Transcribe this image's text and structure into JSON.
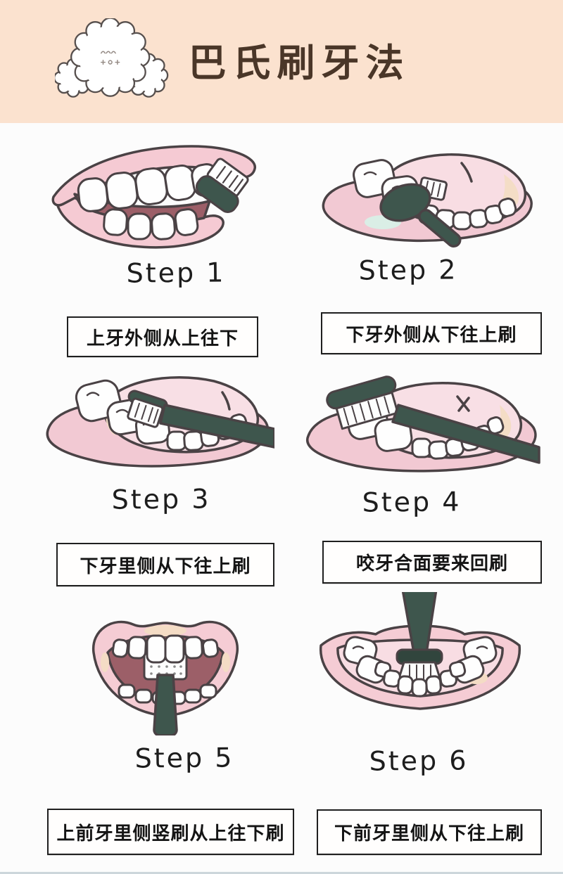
{
  "title": "巴氏刷牙法",
  "mascot": "fluffy-dog-cloud",
  "colors": {
    "header_bg": "#fbe2cf",
    "page_bg": "#fcfcfc",
    "title_text": "#4a3628",
    "outline": "#4a4245",
    "lips": "#f5cad3",
    "gum": "#f8dde3",
    "inner_mouth": "#9c5f68",
    "teeth": "#fefefe",
    "toothbrush": "#3e564d",
    "caption_border": "#1f1f1f",
    "bottom_edge": "#ccd6db"
  },
  "steps": [
    {
      "label": "Step 1",
      "caption": "上牙外侧从上往下",
      "scene": "upper-teeth-outer-side-view"
    },
    {
      "label": "Step 2",
      "caption": "下牙外侧从下往上刷",
      "scene": "lower-teeth-outer-three-quarter"
    },
    {
      "label": "Step 3",
      "caption": "下牙里侧从下往上刷",
      "scene": "lower-teeth-inner-side"
    },
    {
      "label": "Step 4",
      "caption": "咬牙合面要来回刷",
      "scene": "chewing-surface-back-and-forth"
    },
    {
      "label": "Step 5",
      "caption": "上前牙里侧竖刷从上往下刷",
      "scene": "open-mouth-vertical-brush-upper-front"
    },
    {
      "label": "Step 6",
      "caption": "下前牙里侧从下往上刷",
      "scene": "lower-front-inner-from-above"
    }
  ]
}
